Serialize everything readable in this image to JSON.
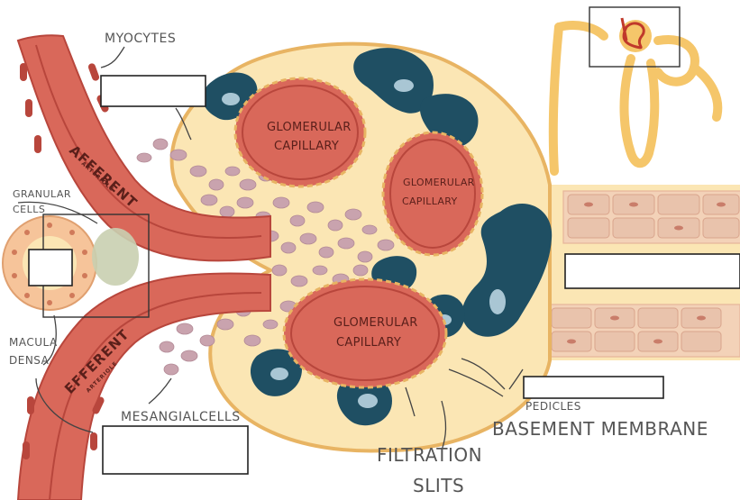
{
  "labels": {
    "myocytes": "MYOCYTES",
    "granular_cells_line1": "GRANULAR",
    "granular_cells_line2": "CELLS",
    "macula_densa_line1": "MACULA",
    "macula_densa_line2": "DENSA",
    "mesangial_cells": "MESANGIALCELLS",
    "pedicles": "PEDICLES",
    "basement_membrane": "BASEMENT MEMBRANE",
    "filtration_slits_line1": "FILTRATION",
    "filtration_slits_line2": "SLITS"
  },
  "vessels": {
    "afferent": "AFFERENT",
    "afferent_sub": "ARTERIOLE",
    "efferent": "EFFERENT",
    "efferent_sub": "ARTERIOLE"
  },
  "capillaries": [
    {
      "line1": "GLOMERULAR",
      "line2": "CAPILLARY"
    },
    {
      "line1": "GLOMERULAR",
      "line2": "CAPILLARY"
    },
    {
      "line1": "GLOMERULAR",
      "line2": "CAPILLARY"
    }
  ],
  "colors": {
    "capsule": "#fbe6b4",
    "capsule_outline": "#e8b463",
    "vessel": "#d9685a",
    "vessel_dark": "#b8463c",
    "podocyte": "#1f4f63",
    "mesangial": "#c9a3ae",
    "answer_box": "#ffffff"
  }
}
